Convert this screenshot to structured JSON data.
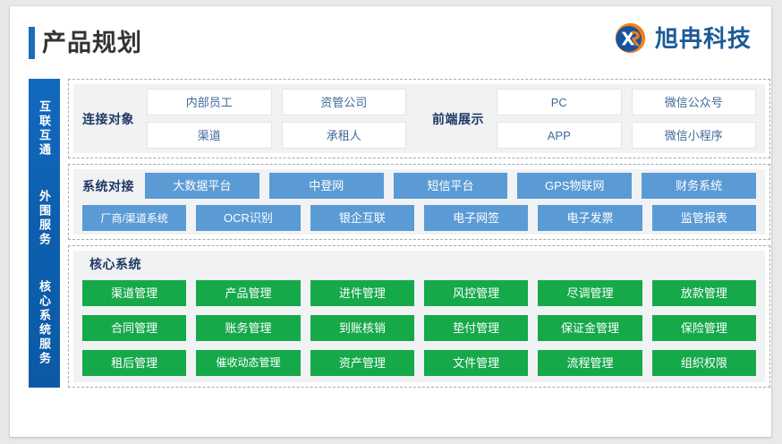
{
  "header": {
    "title": "产品规划",
    "logo_text": "旭冉科技",
    "logo_mark": "xr-logo-icon",
    "accent_color": "#1e6bb8"
  },
  "rail": {
    "labels": [
      "互联互通",
      "外围服务",
      "核心系统服务"
    ]
  },
  "sections": [
    {
      "id": "connect",
      "groups": [
        {
          "label": "连接对象",
          "style": "white",
          "tiles": [
            "内部员工",
            "资管公司",
            "渠道",
            "承租人"
          ]
        },
        {
          "label": "前端展示",
          "style": "white",
          "tiles": [
            "PC",
            "微信公众号",
            "APP",
            "微信小程序"
          ]
        }
      ]
    },
    {
      "id": "system",
      "label": "系统对接",
      "style": "blue",
      "row1": [
        "大数据平台",
        "中登网",
        "短信平台",
        "GPS物联网",
        "财务系统"
      ],
      "row2": [
        "厂商/渠道系统",
        "OCR识别",
        "银企互联",
        "电子网签",
        "电子发票",
        "监管报表"
      ]
    },
    {
      "id": "core",
      "label": "核心系统",
      "style": "green",
      "tiles": [
        "渠道管理",
        "产品管理",
        "进件管理",
        "风控管理",
        "尽调管理",
        "放款管理",
        "合同管理",
        "账务管理",
        "到账核销",
        "垫付管理",
        "保证金管理",
        "保险管理",
        "租后管理",
        "催收动态管理",
        "资产管理",
        "文件管理",
        "流程管理",
        "组织权限"
      ]
    }
  ],
  "colors": {
    "blue_tile": "#5b9bd5",
    "green_tile": "#16a94a",
    "rail": "#0d5fae",
    "heading": "#1f3864",
    "white_tile_text": "#40699b"
  }
}
